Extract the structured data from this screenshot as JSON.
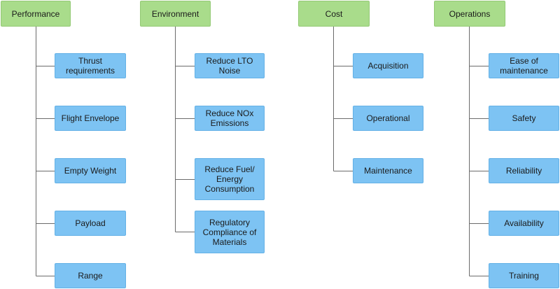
{
  "colors": {
    "header_fill": "#a9dc8b",
    "child_fill": "#7dc3f3",
    "connector": "#6b6b6b"
  },
  "columns": [
    {
      "title": "Performance",
      "children": [
        "Thrust requirements",
        "Flight Envelope",
        "Empty Weight",
        "Payload",
        "Range"
      ]
    },
    {
      "title": "Environment",
      "children": [
        "Reduce LTO Noise",
        "Reduce NOx Emissions",
        "Reduce Fuel/ Energy Consumption",
        "Regulatory Compliance of Materials"
      ]
    },
    {
      "title": "Cost",
      "children": [
        "Acquisition",
        "Operational",
        "Maintenance"
      ]
    },
    {
      "title": "Operations",
      "children": [
        "Ease of maintenance",
        "Safety",
        "Reliability",
        "Availability",
        "Training"
      ]
    }
  ]
}
